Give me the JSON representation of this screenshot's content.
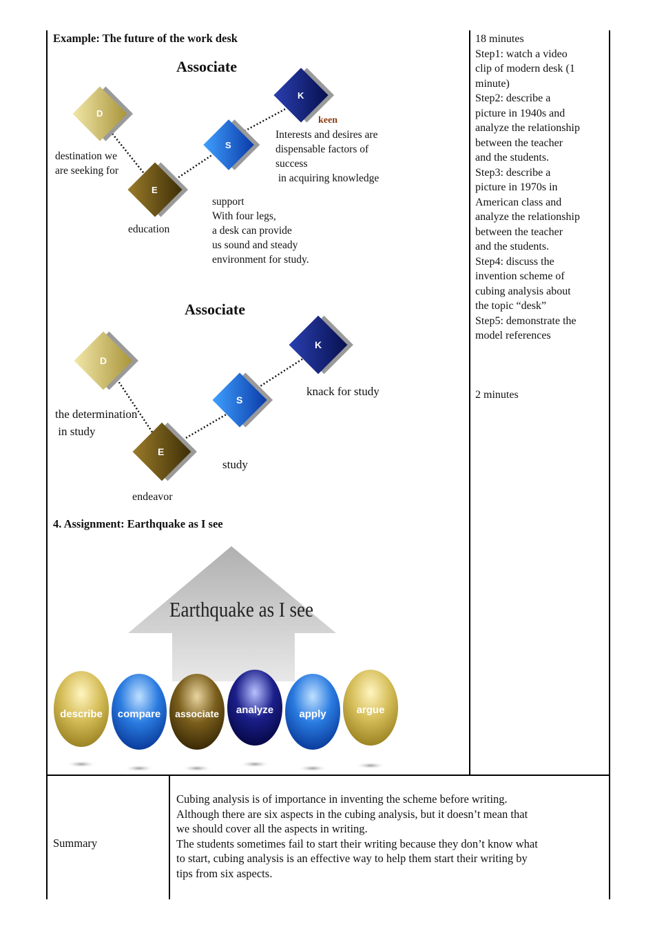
{
  "left_column": {
    "example_title": "Example: The future of the work desk",
    "diagram1": {
      "heading": "Associate",
      "cubes": {
        "d": "D",
        "e": "E",
        "s": "S",
        "k": "K"
      },
      "labels": {
        "d_lines": [
          "destination we",
          "are seeking for"
        ],
        "e": "education",
        "k_word": "keen",
        "k_lines": [
          "Interests and desires are",
          "dispensable factors of",
          "success",
          " in acquiring knowledge"
        ],
        "s_lines": [
          "support",
          "With four legs,",
          "a desk can provide",
          "us sound and steady",
          "environment for study."
        ]
      }
    },
    "diagram2": {
      "heading": "Associate",
      "cubes": {
        "d": "D",
        "e": "E",
        "s": "S",
        "k": "K"
      },
      "labels": {
        "d_lines": [
          "the determination",
          " in study"
        ],
        "e": "endeavor",
        "s": "study",
        "k": "knack for study"
      }
    },
    "assignment_title": "4. Assignment: Earthquake as I see",
    "assignment_graphic": {
      "arrow_text": "Earthquake as I see",
      "eggs": [
        "describe",
        "compare",
        "associate",
        "analyze",
        "apply",
        "argue"
      ]
    }
  },
  "right_column": {
    "lines": [
      "18 minutes",
      "Step1: watch a video",
      "clip of modern desk (1",
      "minute)",
      "Step2: describe a",
      "picture in 1940s and",
      "analyze the relationship",
      "between the teacher",
      "and the students.",
      "Step3: describe  a",
      "picture in 1970s in",
      "American class  and",
      "analyze the relationship",
      "between the teacher",
      "and the students.",
      "Step4: discuss the",
      "invention scheme of",
      "cubing analysis about",
      "the topic “desk”",
      "Step5: demonstrate the",
      "model references"
    ],
    "second_time": "2 minutes"
  },
  "summary": {
    "label": "Summary",
    "lines": [
      "Cubing analysis is of importance in inventing the scheme before writing.",
      "Although there are six aspects in the cubing analysis, but it doesn’t mean that",
      "we should cover all the aspects in writing.",
      "The students sometimes fail to start their writing because they don’t know what",
      "to start, cubing analysis is an effective way to help them start their writing by",
      "tips from six aspects."
    ]
  },
  "colors": {
    "d_cube": "#c9b85c",
    "e_cube": "#6b5412",
    "s_cube": "#1a5fd6",
    "k_cube": "#101a78",
    "keen_text": "#8b3a0f"
  }
}
